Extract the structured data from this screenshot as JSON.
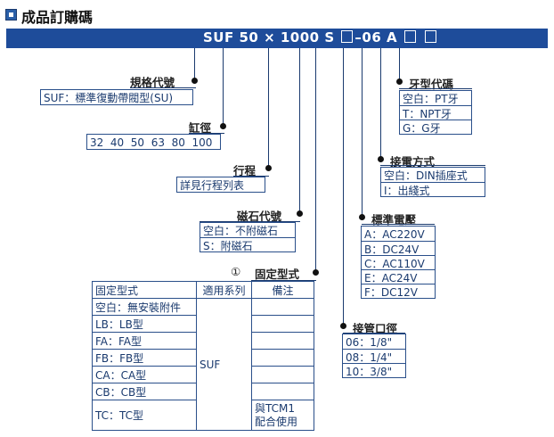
{
  "title": "成品訂購碼",
  "code": {
    "parts": [
      "SUF 50",
      "×",
      "1000 S",
      "–06 A"
    ]
  },
  "specs": [
    {
      "key": "spec",
      "label": "規格代號",
      "items": [
        "SUF：標準復動帶閥型(SU)"
      ]
    },
    {
      "key": "bore",
      "label": "缸徑",
      "items": [
        "32  40  50  63  80  100"
      ]
    },
    {
      "key": "stroke",
      "label": "行程",
      "items": [
        "詳見行程列表"
      ]
    },
    {
      "key": "magnet",
      "label": "磁石代號",
      "items": [
        "空白：不附磁石",
        "S：附磁石"
      ]
    },
    {
      "key": "thread",
      "label": "牙型代碼",
      "items": [
        "空白：PT牙",
        "T：NPT牙",
        "G：G牙"
      ]
    },
    {
      "key": "electric",
      "label": "接電方式",
      "items": [
        "空白：DIN插座式",
        "I：出綫式"
      ]
    },
    {
      "key": "voltage",
      "label": "標準電壓",
      "items": [
        "A：AC220V",
        "B：DC24V",
        "C：AC110V",
        "E：AC24V",
        "F：DC12V"
      ]
    },
    {
      "key": "port",
      "label": "接管口徑",
      "items": [
        "06：1/8\"",
        "08：1/4\"",
        "10：3/8\""
      ]
    }
  ],
  "mount": {
    "marker": "①",
    "label": "固定型式",
    "headers": [
      "固定型式",
      "適用系列",
      "備注"
    ],
    "rows": [
      "空白：無安裝附件",
      "LB：LB型",
      "FA：FA型",
      "FB：FB型",
      "CA：CA型",
      "CB：CB型",
      "TC：TC型"
    ],
    "series": "SUF",
    "note": [
      "與TCM1",
      "配合使用"
    ]
  }
}
